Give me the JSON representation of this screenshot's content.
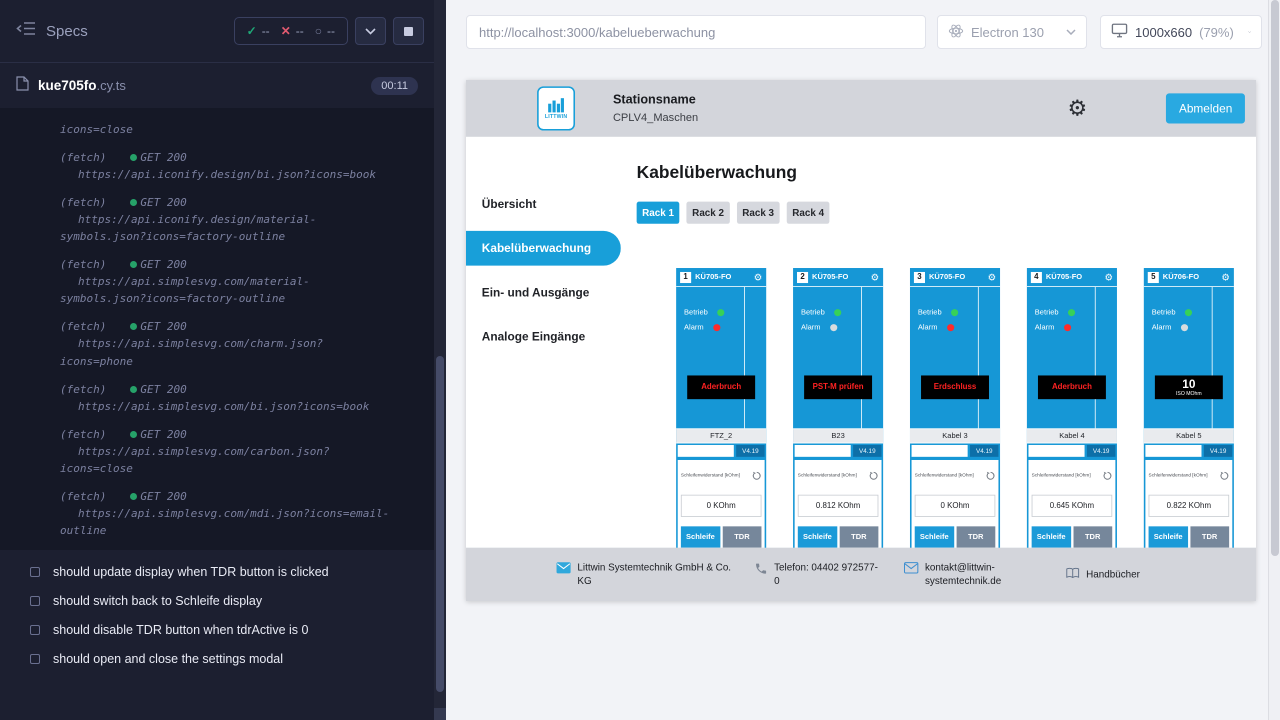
{
  "reporter": {
    "title": "Specs",
    "stats": {
      "passed": "--",
      "failed": "--",
      "pending": "--"
    },
    "spec": {
      "name": "kue705fo",
      "ext": ".cy.ts",
      "time": "00:11"
    },
    "log": [
      {
        "cont": "icons=close"
      },
      {
        "prefix": "(fetch)",
        "status": "GET 200",
        "url": "https://api.iconify.design/bi.json?icons=book"
      },
      {
        "prefix": "(fetch)",
        "status": "GET 200",
        "url": "https://api.iconify.design/material-symbols.json?icons=factory-outline"
      },
      {
        "prefix": "(fetch)",
        "status": "GET 200",
        "url": "https://api.simplesvg.com/material-symbols.json?icons=factory-outline"
      },
      {
        "prefix": "(fetch)",
        "status": "GET 200",
        "url": "https://api.simplesvg.com/charm.json?icons=phone"
      },
      {
        "prefix": "(fetch)",
        "status": "GET 200",
        "url": "https://api.simplesvg.com/bi.json?icons=book"
      },
      {
        "prefix": "(fetch)",
        "status": "GET 200",
        "url": "https://api.simplesvg.com/carbon.json?icons=close"
      },
      {
        "prefix": "(fetch)",
        "status": "GET 200",
        "url": "https://api.simplesvg.com/mdi.json?icons=email-outline"
      }
    ],
    "tests": [
      "should update display when TDR button is clicked",
      "should switch back to Schleife display",
      "should disable TDR button when tdrActive is 0",
      "should open and close the settings modal"
    ]
  },
  "topbar": {
    "url": "http://localhost:3000/kabelueberwachung",
    "browser": "Electron 130",
    "viewport": "1000x660",
    "zoom": "(79%)"
  },
  "app": {
    "header": {
      "logo_text": "LITTWIN",
      "station_label": "Stationsname",
      "station_name": "CPLV4_Maschen",
      "logout_label": "Abmelden"
    },
    "nav": [
      "Übersicht",
      "Kabelüberwachung",
      "Ein- und Ausgänge",
      "Analoge Eingänge"
    ],
    "title": "Kabelüberwachung",
    "racks": [
      "Rack 1",
      "Rack 2",
      "Rack 3",
      "Rack 4"
    ],
    "labels": {
      "betrieb": "Betrieb",
      "alarm": "Alarm",
      "meas": "Schleifenwiderstand [kOhm]"
    },
    "buttons": {
      "schleife": "Schleife",
      "tdr": "TDR"
    },
    "cards": [
      {
        "num": "1",
        "model": "KÜ705-FO",
        "betrieb_color": "#37d158",
        "alarm_color": "#ff2b2b",
        "status": "Aderbruch",
        "status_color": "#ff2222",
        "name": "FTZ_2",
        "version": "V4.19",
        "value": "0 KOhm"
      },
      {
        "num": "2",
        "model": "KÜ705-FO",
        "betrieb_color": "#37d158",
        "alarm_color": "#d7dcde",
        "status": "PST-M prüfen",
        "status_color": "#ff2222",
        "name": "B23",
        "version": "V4.19",
        "value": "0.812 KOhm"
      },
      {
        "num": "3",
        "model": "KÜ705-FO",
        "betrieb_color": "#37d158",
        "alarm_color": "#ff2b2b",
        "status": "Erdschluss",
        "status_color": "#ff2222",
        "name": "Kabel 3",
        "version": "V4.19",
        "value": "0 KOhm"
      },
      {
        "num": "4",
        "model": "KÜ705-FO",
        "betrieb_color": "#37d158",
        "alarm_color": "#ff2b2b",
        "status": "Aderbruch",
        "status_color": "#ff2222",
        "name": "Kabel 4",
        "version": "V4.19",
        "value": "0.645 KOhm"
      },
      {
        "num": "5",
        "model": "KÜ706-FO",
        "betrieb_color": "#37d158",
        "alarm_color": "#d7dcde",
        "status": "10",
        "status_sub": "ISO MOhm",
        "status_color": "#ffffff",
        "name": "Kabel 5",
        "version": "V4.19",
        "value": "0.822 KOhm"
      }
    ],
    "footer": [
      {
        "text": "Littwin Systemtechnik GmbH & Co. KG"
      },
      {
        "text": "Telefon: 04402 972577-0"
      },
      {
        "text": "kontakt@littwin-systemtechnik.de"
      },
      {
        "text": "Handbücher"
      }
    ]
  }
}
